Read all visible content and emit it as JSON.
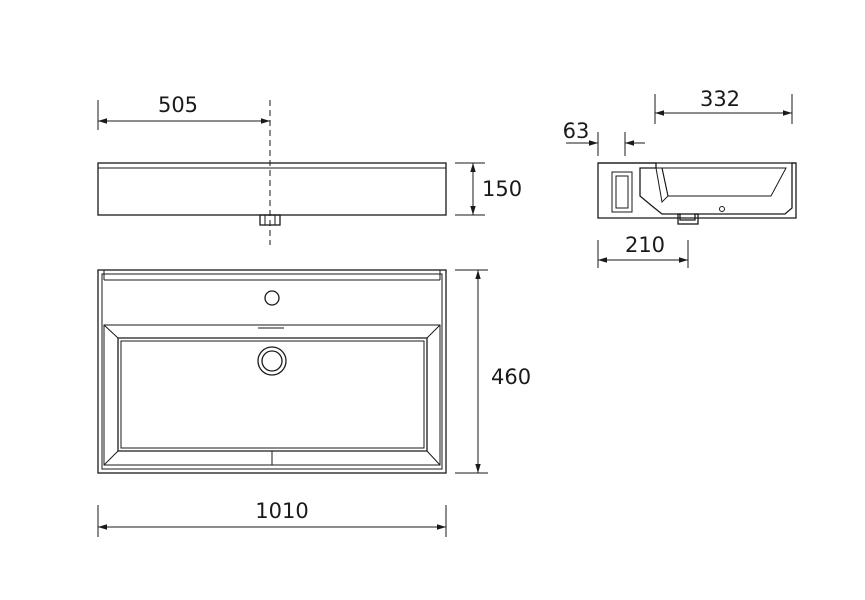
{
  "dimensions": {
    "half_width": "505",
    "height": "150",
    "depth": "460",
    "width": "1010",
    "section_depth": "332",
    "tap_offset": "63",
    "drain_offset": "210"
  },
  "colors": {
    "line": "#1a1a1a",
    "background": "#ffffff"
  }
}
